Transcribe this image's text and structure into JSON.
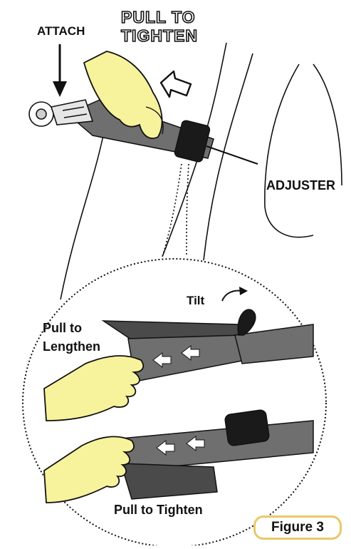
{
  "labels": {
    "attach": "ATTACH",
    "pull_title_line1": "PULL TO",
    "pull_title_line2": "TIGHTEN",
    "adjuster": "ADJUSTER",
    "tilt": "Tilt",
    "pull_lengthen_line1": "Pull to",
    "pull_lengthen_line2": "Lengthen",
    "pull_tighten": "Pull to Tighten",
    "figure": "Figure 3"
  },
  "colors": {
    "strap": "#6f6f6f",
    "strap_dark": "#4a4a4a",
    "glove": "#f7f29c",
    "adjuster_body": "#1a1a1a",
    "badge_border": "#e8c86a",
    "ink": "#111111"
  },
  "icons": [
    "hand-glove-icon",
    "arrow-left-outline-icon",
    "tilt-arrow-icon",
    "hook-clip-icon",
    "adjuster-buckle-icon"
  ]
}
